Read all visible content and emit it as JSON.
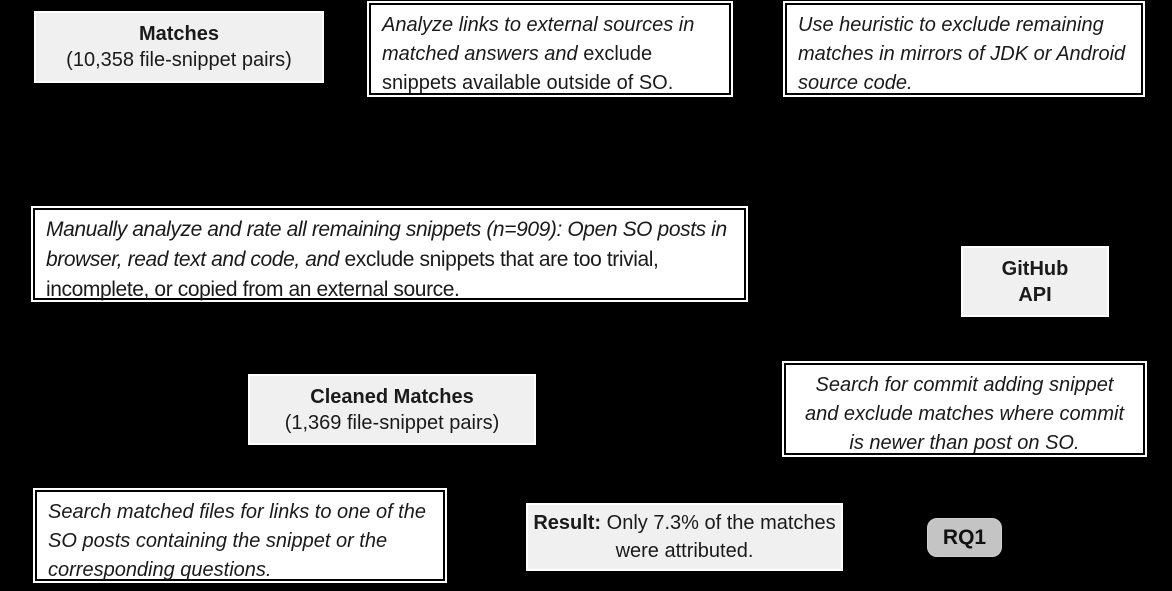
{
  "canvas": {
    "background": "#000000",
    "white_box_fill": "#ffffff",
    "gray_box_fill": "#f0f0f0",
    "rq_box_fill": "#c4c4c4",
    "text_color": "#1a1a1a"
  },
  "boxes": {
    "matches": {
      "title": "Matches",
      "subtitle": "(10,358 file-snippet pairs)"
    },
    "analyze_links": {
      "italic": "Analyze links to external sources in matched answers and ",
      "normal": "exclude snippets available outside of SO."
    },
    "heuristic": {
      "italic": "Use heuristic to exclude remaining matches in mirrors of JDK or Android source code."
    },
    "manual_analysis": {
      "italic": "Manually analyze and rate all remaining snippets (n=909): Open SO posts in browser, read text and code, and ",
      "normal": "exclude snippets that are too trivial, incomplete, or copied from an external source."
    },
    "github_api": {
      "line1": "GitHub",
      "line2": "API"
    },
    "cleaned_matches": {
      "title": "Cleaned Matches",
      "subtitle": "(1,369 file-snippet pairs)"
    },
    "commit_search": {
      "italic": "Search for commit adding snippet and exclude matches where commit is newer than post on SO."
    },
    "link_search": {
      "italic": "Search matched files for links to one of the SO posts containing the snippet or the corresponding questions."
    },
    "result": {
      "bold": "Result:",
      "normal": " Only 7.3% of the matches were attributed."
    },
    "rq1": {
      "label": "RQ1"
    }
  }
}
